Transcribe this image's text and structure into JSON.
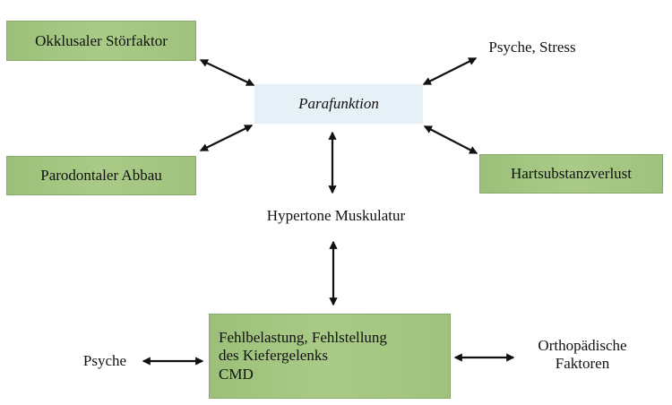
{
  "nodes": {
    "okklusal": "Okklusaler Störfaktor",
    "parafunktion": "Parafunktion",
    "psyche_stress": "Psyche, Stress",
    "parodontal": "Parodontaler Abbau",
    "hartsubstanz": "Hartsubstanzverlust",
    "hyperton": "Hypertone Muskulatur",
    "fehlbelastung": "Fehlbelastung, Fehlstellung\ndes Kiefergelenks\nCMD",
    "psyche": "Psyche",
    "orthopaedisch": "Orthopädische\nFaktoren"
  },
  "colors": {
    "green_box": "#a9cb87",
    "blue_box": "#e5f1f6",
    "arrow": "#111111"
  },
  "connections": [
    {
      "from": "okklusal",
      "to": "parafunktion",
      "type": "bidirectional"
    },
    {
      "from": "parafunktion",
      "to": "psyche_stress",
      "type": "bidirectional"
    },
    {
      "from": "parodontal",
      "to": "parafunktion",
      "type": "bidirectional"
    },
    {
      "from": "parafunktion",
      "to": "hartsubstanz",
      "type": "bidirectional"
    },
    {
      "from": "parafunktion",
      "to": "hyperton",
      "type": "bidirectional"
    },
    {
      "from": "hyperton",
      "to": "fehlbelastung",
      "type": "bidirectional"
    },
    {
      "from": "psyche",
      "to": "fehlbelastung",
      "type": "bidirectional"
    },
    {
      "from": "fehlbelastung",
      "to": "orthopaedisch",
      "type": "bidirectional"
    }
  ]
}
